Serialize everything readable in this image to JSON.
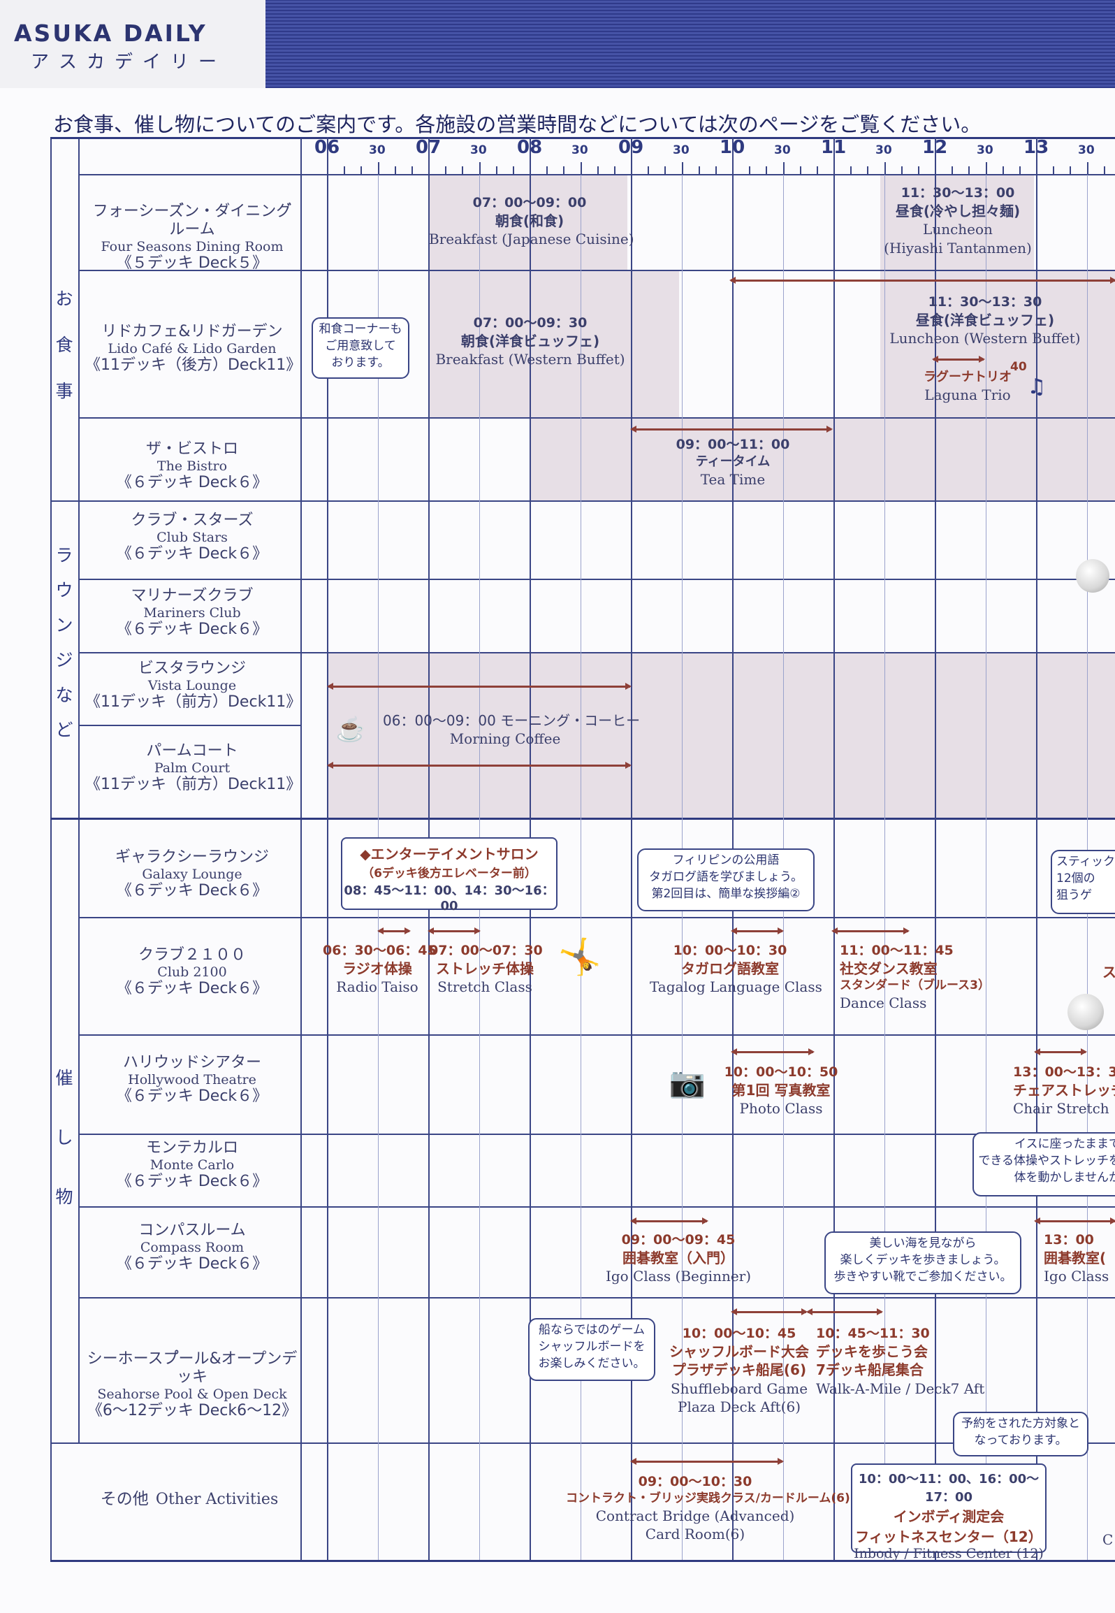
{
  "header": {
    "brand": "ASUKA DAILY",
    "brand_kana": "アスカデイリー"
  },
  "intro": "お食事、催し物についてのご案内です。各施設の営業時間などについては次のページをご覧ください。",
  "timeline": {
    "hours": [
      "06",
      "07",
      "08",
      "09",
      "10",
      "11",
      "12",
      "13"
    ],
    "half": "30"
  },
  "categories": {
    "dining": [
      "お",
      "食",
      "事"
    ],
    "lounge": [
      "ラ",
      "ウ",
      "ン",
      "ジ",
      "な",
      "ど"
    ],
    "events": [
      "催",
      "し",
      "物"
    ]
  },
  "venues": [
    {
      "jp": "フォーシーズ゙ン・ダイニング゙ルーム",
      "en": "Four Seasons Dining Room",
      "deck": "《５デッキ Deck５》"
    },
    {
      "jp": "リドカフェ&リドガーデン",
      "en": "Lido Café & Lido Garden",
      "deck": "《11デッキ（後方）Deck11》"
    },
    {
      "jp": "ザ・ビストロ",
      "en": "The Bistro",
      "deck": "《６デッキ Deck６》"
    },
    {
      "jp": "クラブ・スターズ",
      "en": "Club Stars",
      "deck": "《６デッキ Deck６》"
    },
    {
      "jp": "マリナーズクラブ",
      "en": "Mariners Club",
      "deck": "《６デッキ Deck６》"
    },
    {
      "jp": "ビスタラウンジ",
      "en": "Vista Lounge",
      "deck": "《11デッキ（前方）Deck11》"
    },
    {
      "jp": "パームコート",
      "en": "Palm Court",
      "deck": "《11デッキ（前方）Deck11》"
    },
    {
      "jp": "ギャラクシーラウンジ",
      "en": "Galaxy Lounge",
      "deck": "《６デッキ Deck６》"
    },
    {
      "jp": "クラブ２１００",
      "en": "Club 2100",
      "deck": "《６デッキ Deck６》"
    },
    {
      "jp": "ハリウッドシアター",
      "en": "Hollywood Theatre",
      "deck": "《６デッキ Deck６》"
    },
    {
      "jp": "モンテカルロ",
      "en": "Monte Carlo",
      "deck": "《６デッキ Deck６》"
    },
    {
      "jp": "コンパスルーム",
      "en": "Compass Room",
      "deck": "《６デッキ Deck６》"
    },
    {
      "jp": "シーホースプ゚ール&オープンデッキ",
      "en": "Seahorse Pool & Open Deck",
      "deck": "《6〜12デッキ Deck6〜12》"
    }
  ],
  "other_label": {
    "jp": "その他",
    "en": "Other Activities"
  },
  "events": {
    "fs_breakfast": {
      "time": "07：00〜09：00",
      "jp": "朝食(和食)",
      "en": "Breakfast (Japanese Cuisine)"
    },
    "fs_lunch": {
      "time": "11：30〜13：00",
      "jp": "昼食(冷やし担々麺)",
      "en": "Luncheon",
      "en2": "(Hiyashi Tantanmen)"
    },
    "lido_note": {
      "l1": "和食コーナーも",
      "l2": "ご用意致して",
      "l3": "おります。"
    },
    "lido_breakfast": {
      "time": "07：00〜09：30",
      "jp": "朝食(洋食ビュッフェ)",
      "en": "Breakfast (Western Buffet)"
    },
    "lido_lunch": {
      "time": "11：30〜13：30",
      "jp": "昼食(洋食ビュッフェ)",
      "en": "Luncheon (Western Buffet)"
    },
    "laguna": {
      "jp": "ラグーナトリオ",
      "en": "Laguna Trio",
      "num": "40"
    },
    "bistro_tea": {
      "time": "09：00〜11：00",
      "jp": "ティータイム",
      "en": "Tea Time"
    },
    "morning_coffee": {
      "jp": "06：00〜09：00 モーニング・コーヒー",
      "en": "Morning  Coffee"
    },
    "salon": {
      "l1": "◆エンターテイメントサロン",
      "l2": "（6デッキ後方エレベーター前）",
      "l3": "08：45〜11：00、14：30〜16：00"
    },
    "tagalog_note": {
      "l1": "フィリピンの公用語",
      "l2": "タガログ語を学びましょう。",
      "l3": "第2回目は、簡単な挨拶編②"
    },
    "stick_note": {
      "l1": "スティック",
      "l2": "12個の",
      "l3": "狙うゲ"
    },
    "radio": {
      "time": "06：30〜06：45",
      "jp": "ラジオ体操",
      "en": "Radio Taiso"
    },
    "stretch": {
      "time": "07：00〜07：30",
      "jp": "ストレッチ体操",
      "en": "Stretch Class"
    },
    "tagalog": {
      "time": "10：00〜10：30",
      "jp": "タガログ語教室",
      "en": "Tagalog Language Class"
    },
    "dance": {
      "time": "11：00〜11：45",
      "jp": "社交ダンス教室",
      "jp2": "スタンダード（ブルース3）",
      "en": "Dance Class"
    },
    "club_right": {
      "jp": "ス"
    },
    "photo": {
      "time": "10：00〜10：50",
      "jp": "第1回 写真教室",
      "en": "Photo Class"
    },
    "chair": {
      "time": "13：00〜13：30",
      "jp": "チェアストレッチ",
      "en": "Chair Stretch"
    },
    "chair_note": {
      "l1": "イスに座ったままで",
      "l2": "できる体操やストレッチを",
      "l3": "体を動かしませんか"
    },
    "igo1": {
      "time": "09：00〜09：45",
      "jp": "囲碁教室（入門）",
      "en": "Igo Class (Beginner)"
    },
    "walk_note": {
      "l1": "美しい海を見ながら",
      "l2": "楽しくデッキを歩きましょう。",
      "l3": "歩きやすい靴でご参加ください。"
    },
    "igo2": {
      "time": "13：00",
      "jp": "囲碁教室(",
      "en": "Igo Class"
    },
    "shuffle_note": {
      "l1": "船ならではのゲーム",
      "l2": "シャッフルボードを",
      "l3": "お楽しみください。"
    },
    "shuffle": {
      "time": "10：00〜10：45",
      "jp": "シャッフルボード大会",
      "jp2": "プラザデッキ船尾(6)",
      "en": "Shuffleboard Game",
      "en2": "Plaza Deck Aft(6)"
    },
    "walk": {
      "time": "10：45〜11：30",
      "jp": "デッキを歩こう会",
      "jp2": "7デッキ船尾集合",
      "en": "Walk-A-Mile / Deck7 Aft"
    },
    "reserve_note": {
      "l1": "予約をされた方対象と",
      "l2": "なっております。"
    },
    "bridge": {
      "time": "09：00〜10：30",
      "jp": "コントラクト・ブリッジ実践クラス/カードルーム(6)",
      "en": "Contract Bridge (Advanced)",
      "en2": "Card Room(6)"
    },
    "inbody": {
      "time": "10：00〜11：00、16：00〜17：00",
      "jp": "インボディ測定会",
      "jp2": "フィットネスセンター（12）",
      "en": "Inbody /  Fitness Center (12)"
    },
    "other_right": {
      "en": "C"
    }
  }
}
